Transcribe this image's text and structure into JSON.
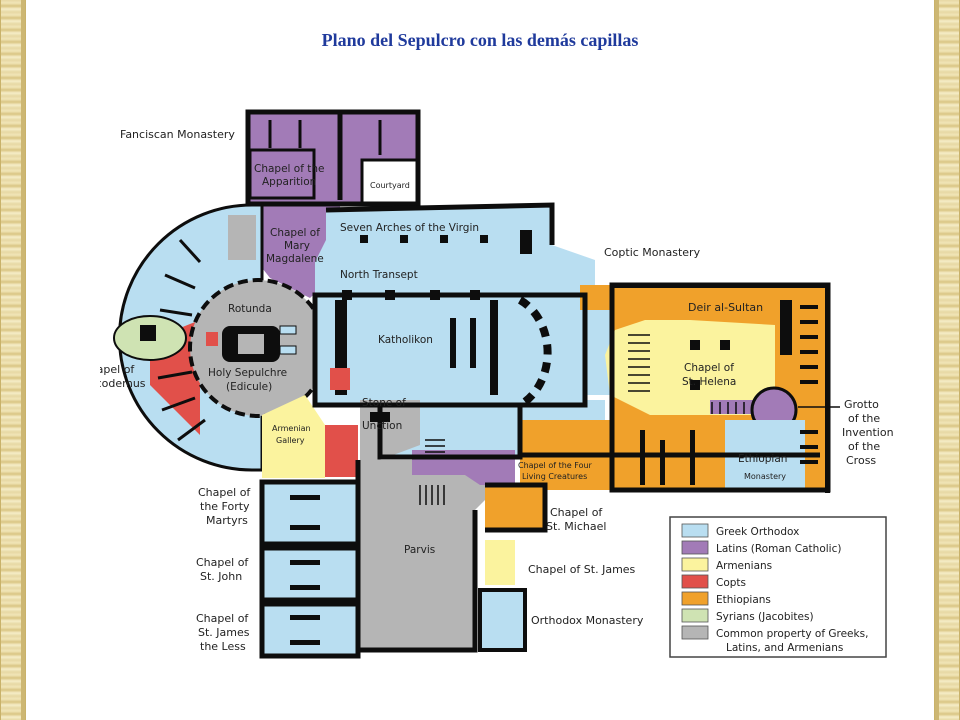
{
  "title": "Plano del Sepulcro con las demás capillas",
  "colors": {
    "greek": "#b9def1",
    "latin": "#a27bb7",
    "armenian": "#fbf39e",
    "copt": "#e1504a",
    "ethiopian": "#f0a12b",
    "syrian": "#cfe3b3",
    "common": "#b5b5b5",
    "wall": "#0d0d0d"
  },
  "labels": {
    "franciscan": "Fanciscan Monastery",
    "apparition_1": "Chapel of the",
    "apparition_2": "Apparition",
    "courtyard": "Courtyard",
    "magdalene_1": "Chapel of",
    "magdalene_2": "Mary",
    "magdalene_3": "Magdalene",
    "seven_arches": "Seven Arches of the Virgin",
    "north_transept": "North Transept",
    "coptic_monastery": "Coptic Monastery",
    "deir": "Deir al-Sultan",
    "rotunda": "Rotunda",
    "katholikon": "Katholikon",
    "holy_sepulchre_1": "Holy Sepulchre",
    "holy_sepulchre_2": "(Edicule)",
    "nicodemus_1": "Chapel of",
    "nicodemus_2": "St. Nicodemus",
    "helena_1": "Chapel of",
    "helena_2": "St. Helena",
    "grotto_1": "Grotto",
    "grotto_2": "of the",
    "grotto_3": "Invention",
    "grotto_4": "of the",
    "grotto_5": "Cross",
    "stone_1": "Stone of",
    "stone_2": "Unction",
    "armenian_gallery_1": "Armenian",
    "armenian_gallery_2": "Gallery",
    "four_creatures_1": "Chapel of the Four",
    "four_creatures_2": "Living Creatures",
    "ethiopian_1": "Ethiopian",
    "ethiopian_2": "Monastery",
    "forty_1": "Chapel of",
    "forty_2": "the Forty",
    "forty_3": "Martyrs",
    "michael_1": "Chapel of",
    "michael_2": "St. Michael",
    "parvis": "Parvis",
    "john_1": "Chapel of",
    "john_2": "St. John",
    "james": "Chapel of St. James",
    "orthodox_monastery": "Orthodox Monastery",
    "james_less_1": "Chapel of",
    "james_less_2": "St. James",
    "james_less_3": "the Less"
  },
  "legend": [
    {
      "label": "Greek Orthodox",
      "color": "#b9def1"
    },
    {
      "label": "Latins (Roman Catholic)",
      "color": "#a27bb7"
    },
    {
      "label": "Armenians",
      "color": "#fbf39e"
    },
    {
      "label": "Copts",
      "color": "#e1504a"
    },
    {
      "label": "Ethiopians",
      "color": "#f0a12b"
    },
    {
      "label": "Syrians (Jacobites)",
      "color": "#cfe3b3"
    },
    {
      "label": "Common property of Greeks,",
      "label2": "Latins, and Armenians",
      "color": "#b5b5b5"
    }
  ]
}
